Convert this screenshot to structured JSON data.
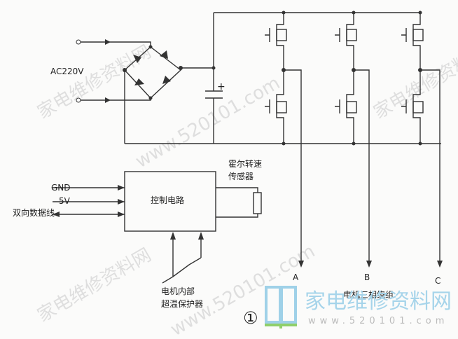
{
  "labels": {
    "ac_input": "AC220V",
    "gnd": "GND",
    "v5": "5V",
    "data_line": "双向数据线",
    "control_circuit": "控制电路",
    "hall_sensor_line1": "霍尔转速",
    "hall_sensor_line2": "传感器",
    "protector_line1": "电机内部",
    "protector_line2": "超温保护器",
    "phase_a": "A",
    "phase_b": "B",
    "phase_c": "C",
    "windings": "电机三相绕组",
    "figure_number": "①",
    "cap_polarity": "+"
  },
  "watermark": {
    "site_name": "家电维修资料网",
    "url": "www.520101.com"
  }
}
